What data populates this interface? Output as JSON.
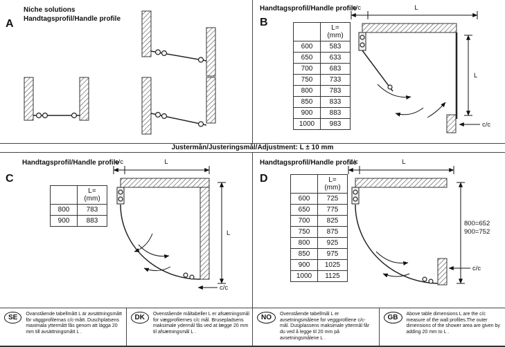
{
  "page": {
    "adjustment_band": "Justermån/Justeringsmål/Adjustment: L ± 10 mm"
  },
  "dim_labels": {
    "cc": "c/c",
    "l": "L"
  },
  "table_header": {
    "line1": "L=",
    "line2": "(mm)"
  },
  "sections": {
    "a": {
      "letter": "A",
      "title1": "Niche solutions",
      "title2": "Handtagsprofil/Handle profile"
    },
    "b": {
      "letter": "B",
      "title": "Handtagsprofil/Handle profile",
      "table_rows": [
        [
          "600",
          "583"
        ],
        [
          "650",
          "633"
        ],
        [
          "700",
          "683"
        ],
        [
          "750",
          "733"
        ],
        [
          "800",
          "783"
        ],
        [
          "850",
          "833"
        ],
        [
          "900",
          "883"
        ],
        [
          "1000",
          "983"
        ]
      ]
    },
    "c": {
      "letter": "C",
      "title": "Handtagsprofil/Handle profile",
      "table_rows": [
        [
          "800",
          "783"
        ],
        [
          "900",
          "883"
        ]
      ]
    },
    "d": {
      "letter": "D",
      "title": "Handtagsprofil/Handle profile",
      "table_rows": [
        [
          "600",
          "725"
        ],
        [
          "650",
          "775"
        ],
        [
          "700",
          "825"
        ],
        [
          "750",
          "875"
        ],
        [
          "800",
          "925"
        ],
        [
          "850",
          "975"
        ],
        [
          "900",
          "1025"
        ],
        [
          "1000",
          "1125"
        ]
      ],
      "annotation": {
        "line1": "800=652",
        "line2": "900=752"
      }
    }
  },
  "footer": {
    "notes": [
      {
        "code": "SE",
        "text": "Ovanstående tabellmått L är avsättningsmått för väggprofilernas c/c-mått. Duschplatsens maximala yttermått fås genom att lägga 20 mm till avsättningsmått L ."
      },
      {
        "code": "DK",
        "text": "Ovenstående måltabeller L er afsætningsmål for vægprofilernes c/c mål. Brusepladsens maksimale ydermål fås ved at lægge 20 mm til afsætningsmål L ."
      },
      {
        "code": "NO",
        "text": "Ovenstående tabellmål L er avsetningsmålene for veggprofilene c/c- mål. Dusjplassens maksimale yttermål får du ved å legge til 20 mm på avsetningsmålene L ."
      },
      {
        "code": "GB",
        "text": "Above table dimensions L are the c/c measure of the wall profiles.The outer dimensions of the shower area are given by adding 20 mm to L ."
      }
    ]
  }
}
